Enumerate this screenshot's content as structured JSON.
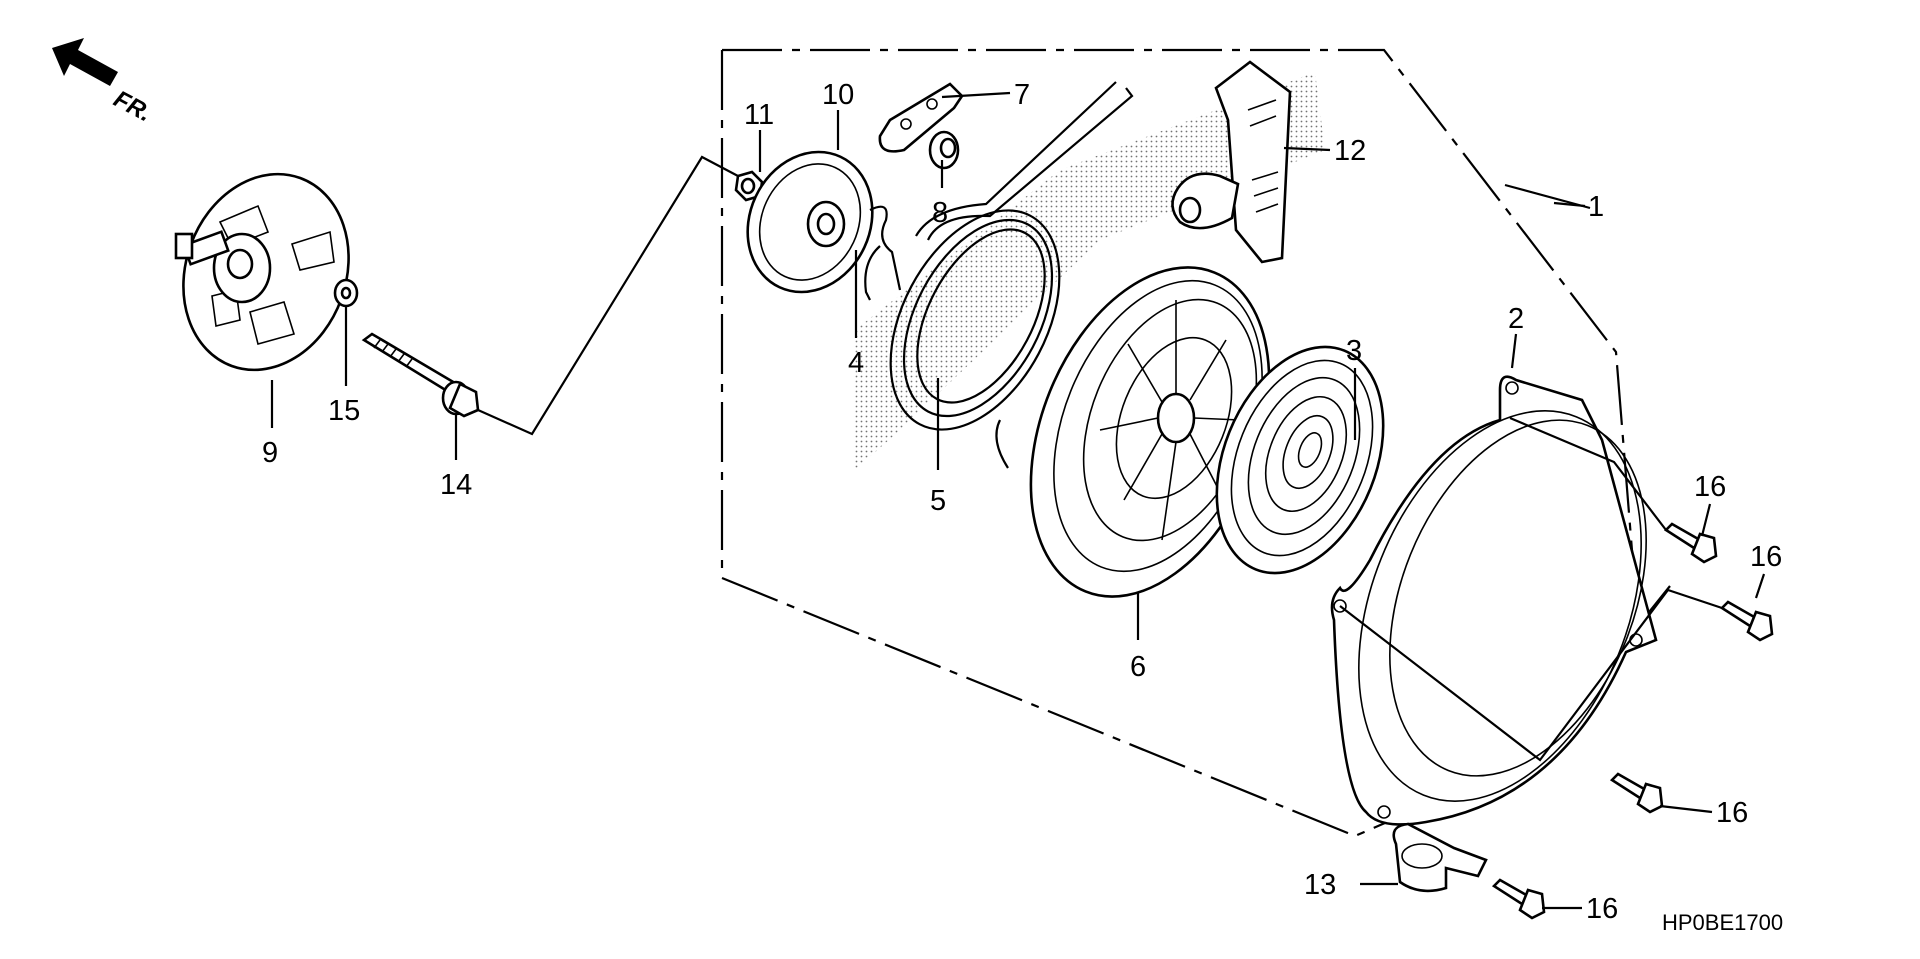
{
  "diagram": {
    "direction_label": "FR.",
    "drawing_code": "HP0BE1700",
    "callouts": [
      {
        "id": "1",
        "text": "1"
      },
      {
        "id": "2",
        "text": "2"
      },
      {
        "id": "3",
        "text": "3"
      },
      {
        "id": "4",
        "text": "4"
      },
      {
        "id": "5",
        "text": "5"
      },
      {
        "id": "6",
        "text": "6"
      },
      {
        "id": "7",
        "text": "7"
      },
      {
        "id": "8",
        "text": "8"
      },
      {
        "id": "9",
        "text": "9"
      },
      {
        "id": "10",
        "text": "10"
      },
      {
        "id": "11",
        "text": "11"
      },
      {
        "id": "12",
        "text": "12"
      },
      {
        "id": "13",
        "text": "13"
      },
      {
        "id": "14",
        "text": "14"
      },
      {
        "id": "15",
        "text": "15"
      },
      {
        "id": "16a",
        "text": "16"
      },
      {
        "id": "16b",
        "text": "16"
      },
      {
        "id": "16c",
        "text": "16"
      },
      {
        "id": "16d",
        "text": "16"
      }
    ]
  }
}
